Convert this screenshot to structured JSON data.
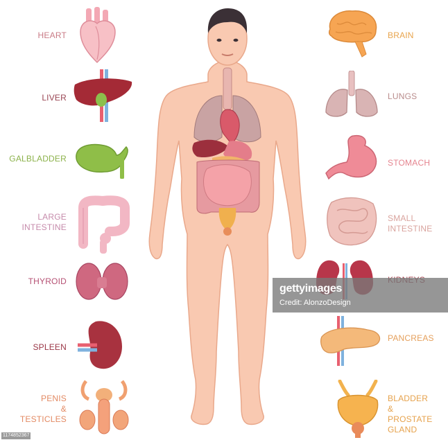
{
  "labels_left": [
    {
      "id": "heart",
      "text": [
        "HEART"
      ],
      "color": "#c97b86"
    },
    {
      "id": "liver",
      "text": [
        "LIVER"
      ],
      "color": "#9a4654"
    },
    {
      "id": "gallbladder",
      "text": [
        "GALBLADDER"
      ],
      "color": "#8cb24b"
    },
    {
      "id": "large-intestine",
      "text": [
        "LARGE",
        "INTESTINE"
      ],
      "color": "#c68bab"
    },
    {
      "id": "thyroid",
      "text": [
        "THYROID"
      ],
      "color": "#b55073"
    },
    {
      "id": "spleen",
      "text": [
        "SPLEEN"
      ],
      "color": "#9a3646"
    },
    {
      "id": "penis-testicles",
      "text": [
        "PENIS",
        "&",
        "TESTICLES"
      ],
      "color": "#e38a63"
    }
  ],
  "labels_right": [
    {
      "id": "brain",
      "text": [
        "BRAIN"
      ],
      "color": "#e8a44c"
    },
    {
      "id": "lungs",
      "text": [
        "LUNGS"
      ],
      "color": "#b98c8c"
    },
    {
      "id": "stomach",
      "text": [
        "STOMACH"
      ],
      "color": "#e5848f"
    },
    {
      "id": "small-intestine",
      "text": [
        "SMALL",
        "INTESTINE"
      ],
      "color": "#d9a39d"
    },
    {
      "id": "kidneys",
      "text": [
        "KIDNEYS"
      ],
      "color": "#a6424d"
    },
    {
      "id": "pancreas",
      "text": [
        "PANCREAS"
      ],
      "color": "#e5a05c"
    },
    {
      "id": "bladder-prostate",
      "text": [
        "BLADDER",
        "&",
        "PROSTATE",
        "GLAND"
      ],
      "color": "#e6a24c"
    }
  ],
  "watermark": {
    "logo": "gettyimages",
    "credit": "Credit: AlonzoDesign"
  },
  "image_id": "1174852367"
}
